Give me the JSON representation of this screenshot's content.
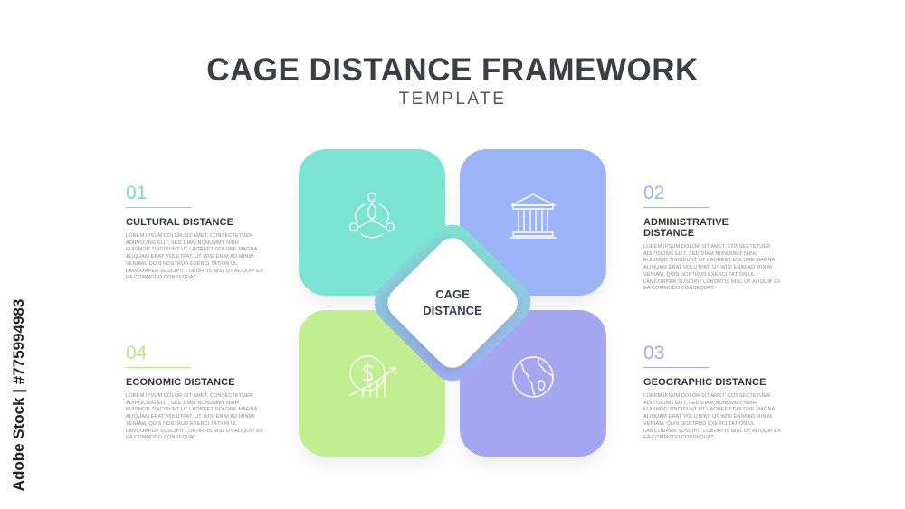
{
  "header": {
    "title": "CAGE DISTANCE FRAMEWORK",
    "subtitle": "TEMPLATE"
  },
  "watermark": "Adobe Stock | #775994983",
  "center": {
    "line1": "CAGE",
    "line2": "DISTANCE",
    "colors": [
      "#7ce3cf",
      "#a3a9f2"
    ]
  },
  "tiles": [
    {
      "icon": "people-cycle-icon",
      "color": "#7ce3d3"
    },
    {
      "icon": "government-building-icon",
      "color": "#9db3f8"
    },
    {
      "icon": "globe-icon",
      "color": "#a5a6f0"
    },
    {
      "icon": "dollar-growth-icon",
      "color": "#c2ee92"
    }
  ],
  "items": [
    {
      "number": "01",
      "title": "CULTURAL DISTANCE",
      "color": "#7fd8c6",
      "text": "LOREM IPSUM DOLOR SIT AMET, CONSECTETUER ADIPISCING ELIT, SED DIAM NONUMMY NIBH EUISMOD TINCIDUNT UT LAOREET DOLORE MAGNA ALIQUAM ERAT VOLUTPAT. UT WISI ENIM AD MINIM VENIAM, QUIS NOSTRUD EXERCI TATION UL LAMCORPER SUSCIPIT LOBORTIS NISL UT ALIQUIP EX EA COMMODO CONSEQUAT."
    },
    {
      "number": "02",
      "title": "ADMINISTRATIVE DISTANCE",
      "color": "#9db3f2",
      "text": "LOREM IPSUM DOLOR SIT AMET, CONSECTETUER ADIPISCING ELIT, SED DIAM NONUMMY NIBH EUISMOD TINCIDUNT UT LAOREET DOLORE MAGNA ALIQUAM ERAT VOLUTPAT. UT WISI ENIM AD MINIM VENIAM, QUIS NOSTRUD EXERCI TATION UL LAMCORPER SUSCIPIT LOBORTIS NISL UT ALIQUIP EX EA COMMODO CONSEQUAT."
    },
    {
      "number": "03",
      "title": "GEOGRAPHIC DISTANCE",
      "color": "#a5a6ee",
      "text": "LOREM IPSUM DOLOR SIT AMET, CONSECTETUER ADIPISCING ELIT, SED DIAM NONUMMY NIBH EUISMOD TINCIDUNT UT LAOREET DOLORE MAGNA ALIQUAM ERAT VOLUTPAT. UT WISI ENIM AD MINIM VENIAM, QUIS NOSTRUD EXERCI TATION UL LAMCORPER SUSCIPIT LOBORTIS NISL UT ALIQUIP EX EA COMMODO CONSEQUAT."
    },
    {
      "number": "04",
      "title": "ECONOMIC DISTANCE",
      "color": "#b6e58a",
      "text": "LOREM IPSUM DOLOR SIT AMET, CONSECTETUER ADIPISCING ELIT, SED DIAM NONUMMY NIBH EUISMOD TINCIDUNT UT LAOREET DOLORE MAGNA ALIQUAM ERAT VOLUTPAT. UT WISI ENIM AD MINIM VENIAM, QUIS NOSTRUD EXERCI TATION UL LAMCORPER SUSCIPIT LOBORTIS NISL UT ALIQUIP EX EA COMMODO CONSEQUAT."
    }
  ]
}
